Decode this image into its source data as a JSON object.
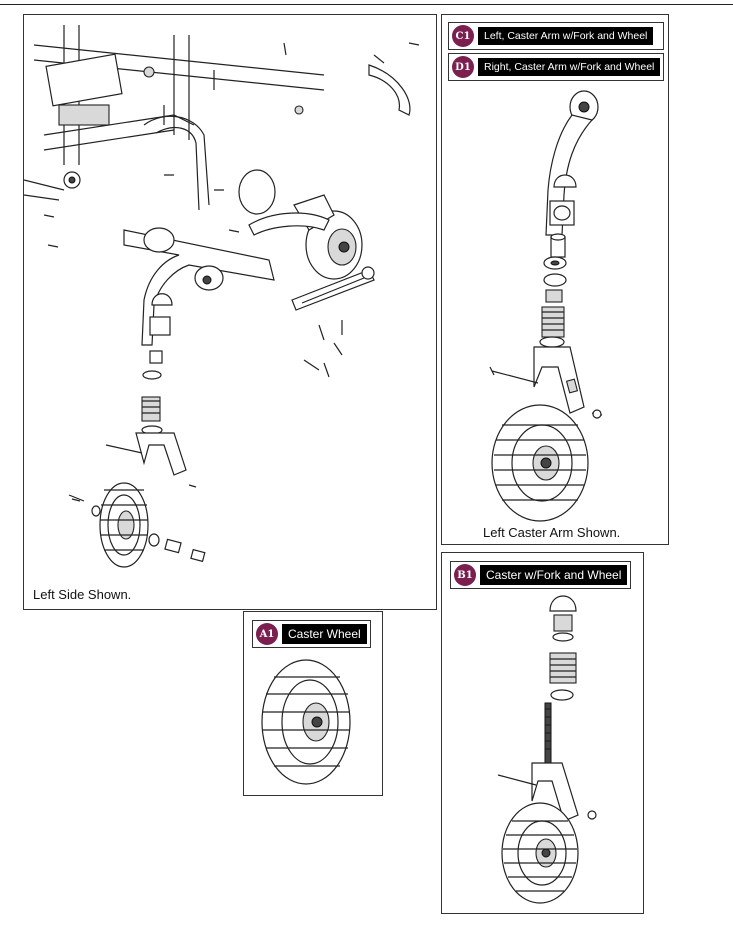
{
  "colors": {
    "badge": "#7a1f4f",
    "label_bg": "#000000",
    "border": "#333333"
  },
  "main": {
    "caption": "Left Side Shown."
  },
  "panel_c1_d1": {
    "callouts": [
      {
        "badge": "C1",
        "label": "Left, Caster Arm w/Fork and Wheel"
      },
      {
        "badge": "D1",
        "label": "Right, Caster Arm w/Fork and Wheel"
      }
    ],
    "caption": "Left Caster Arm Shown."
  },
  "panel_a1": {
    "callout": {
      "badge": "A1",
      "label": "Caster Wheel"
    }
  },
  "panel_b1": {
    "callout": {
      "badge": "B1",
      "label": "Caster w/Fork and Wheel"
    }
  }
}
